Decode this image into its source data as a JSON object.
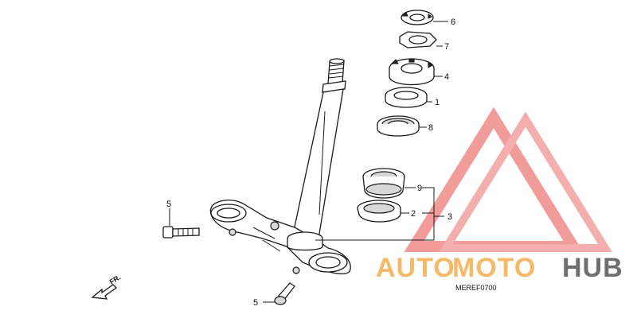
{
  "diagram": {
    "callouts": {
      "p6": "6",
      "p7": "7",
      "p4": "4",
      "p1": "1",
      "p8": "8",
      "p9": "9",
      "p2": "2",
      "p3": "3",
      "p5a": "5",
      "p5b": "5"
    },
    "direction_label": "FR.",
    "diagram_code": "MEREF0700"
  },
  "watermark": {
    "brand_part1": "AUTO",
    "brand_part2": "MOTO",
    "brand_part3": "HUB",
    "color_primary": "#f6b968",
    "color_secondary": "#6e6e6e",
    "triangle_color": "#f08080"
  }
}
